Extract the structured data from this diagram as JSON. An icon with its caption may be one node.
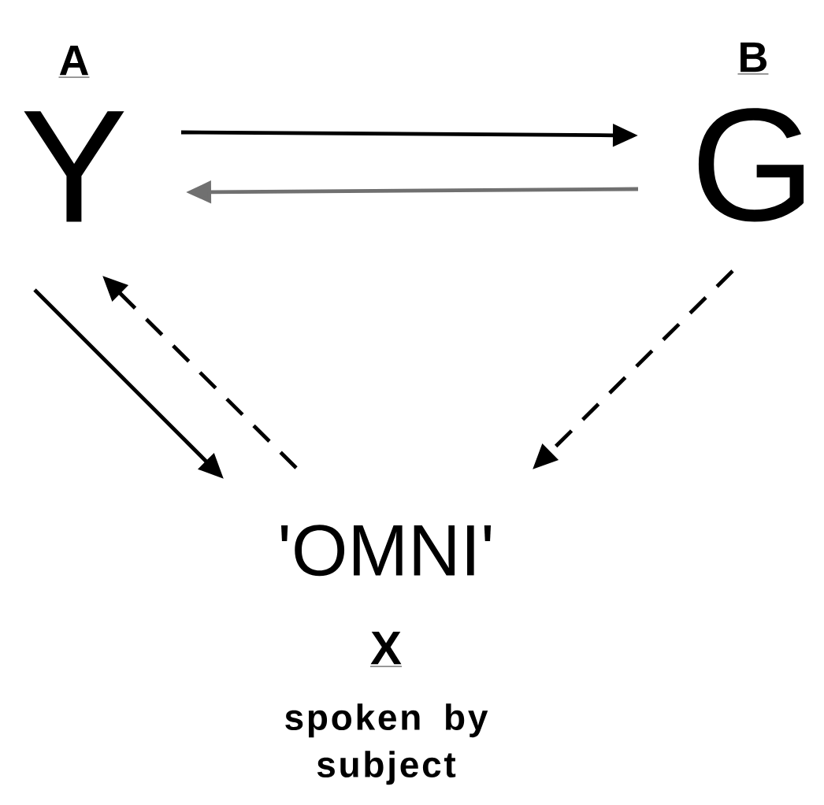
{
  "diagram": {
    "nodes": [
      {
        "text": [
          "A",
          "Y"
        ]
      },
      {
        "text": [
          "B",
          "G"
        ]
      },
      {
        "text": [
          "'OMNI'",
          "X",
          "spoken by subject"
        ]
      }
    ],
    "edges": [
      {
        "from": 0,
        "to": 1,
        "arrow": "to"
      },
      {
        "from": 1,
        "to": 0,
        "arrow": "to",
        "color": "#707070"
      },
      {
        "from": 0,
        "to": 2,
        "arrow": "to"
      },
      {
        "from": 2,
        "to": 0,
        "arrow": "to",
        "style": "dashed"
      },
      {
        "from": 1,
        "to": 2,
        "arrow": "to",
        "style": "dashed"
      }
    ]
  }
}
